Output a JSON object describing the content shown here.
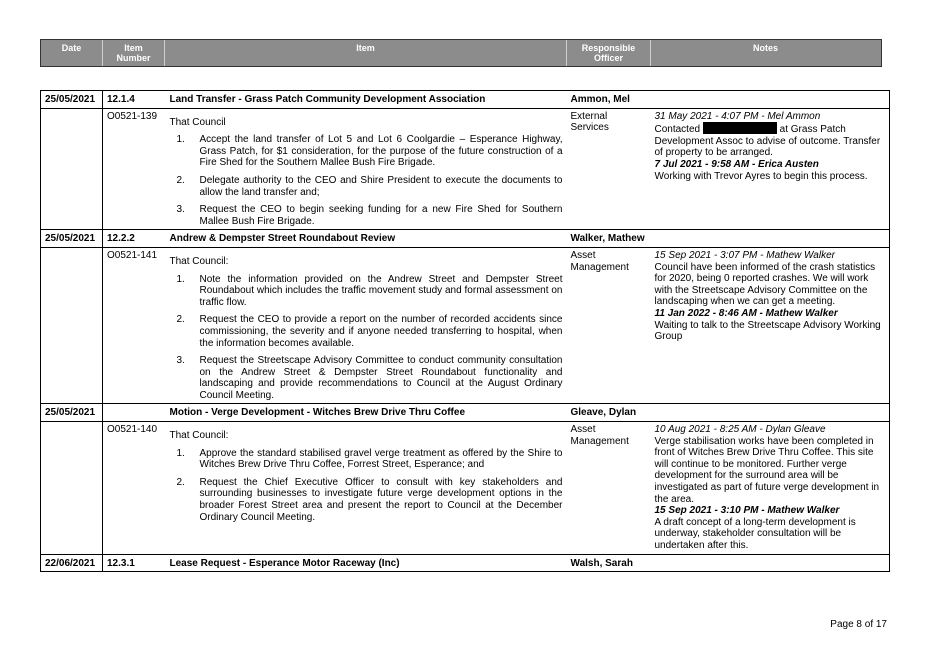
{
  "header": {
    "columns": [
      "Date",
      "Item\nNumber",
      "Item",
      "Responsible\nOfficer",
      "Notes"
    ]
  },
  "items": [
    {
      "date": "25/05/2021",
      "number": "12.1.4",
      "title": "Land Transfer - Grass Patch Community Development Association",
      "officer": "Ammon, Mel",
      "ref": "O0521-139",
      "department": "External Services",
      "resolution_heading": "That Council",
      "points": [
        "Accept the land transfer of Lot 5 and Lot 6 Coolgardie – Esperance Highway, Grass Patch, for $1 consideration, for the purpose of the future construction of a Fire Shed for the Southern Mallee Bush Fire Brigade.",
        "Delegate authority to the CEO and Shire President to execute the documents to allow the land transfer and;",
        "Request the CEO to begin seeking funding for a new Fire Shed for Southern Mallee Bush Fire Brigade."
      ],
      "notes": [
        {
          "head": "31 May 2021 - 4:07 PM - Mel Ammon",
          "bold": false,
          "text_before": "Contacted",
          "redacted": true,
          "text_after": "at Grass Patch Development Assoc to advise of outcome. Transfer of property to be arranged."
        },
        {
          "head": "7 Jul 2021 - 9:58 AM - Erica Austen",
          "bold": true,
          "text": "Working with Trevor Ayres to begin this process."
        }
      ]
    },
    {
      "date": "25/05/2021",
      "number": "12.2.2",
      "title": "Andrew & Dempster Street Roundabout Review",
      "officer": "Walker, Mathew",
      "ref": "O0521-141",
      "department": "Asset Management",
      "resolution_heading": "That Council:",
      "points": [
        "Note the information provided on the Andrew Street and Dempster Street Roundabout which includes the traffic movement study and formal assessment on traffic flow.",
        "Request the CEO to provide a report on the number of recorded accidents since commissioning, the severity and if anyone needed transferring to hospital, when the information becomes available.",
        "Request the Streetscape Advisory Committee to conduct community consultation on the Andrew Street & Dempster Street Roundabout functionality and landscaping and provide recommendations to Council at the August Ordinary Council Meeting."
      ],
      "notes": [
        {
          "head": "15 Sep 2021 - 3:07 PM - Mathew Walker",
          "bold": false,
          "text": "Council have been informed of the crash statistics for 2020, being 0 reported crashes. We will work with the Streetscape Advisory Committee on the landscaping when we can get a meeting."
        },
        {
          "head": "11 Jan 2022 - 8:46 AM - Mathew Walker",
          "bold": true,
          "text": "Waiting to talk to the Streetscape Advisory Working Group"
        }
      ]
    },
    {
      "date": "25/05/2021",
      "number": "",
      "title": "Motion - Verge Development - Witches Brew Drive Thru Coffee",
      "officer": "Gleave, Dylan",
      "ref": "O0521-140",
      "department": "Asset Management",
      "resolution_heading": "That Council:",
      "points": [
        "Approve the standard stabilised gravel verge treatment as offered by the Shire to Witches Brew Drive Thru Coffee, Forrest Street, Esperance; and",
        "Request the Chief Executive Officer to consult with key stakeholders and surrounding businesses to investigate future verge development options in the broader Forest Street area and present the report to Council at the December Ordinary Council Meeting."
      ],
      "notes": [
        {
          "head": "10 Aug 2021 - 8:25 AM - Dylan Gleave",
          "bold": false,
          "text": "Verge stabilisation works have been completed in front of Witches Brew Drive Thru Coffee. This site will continue to be monitored. Further verge development for the surround area will be investigated as part of future verge development in the area."
        },
        {
          "head": "15 Sep 2021 - 3:10 PM - Mathew Walker",
          "bold": true,
          "text": "A draft concept of a long-term development is underway, stakeholder consultation will be undertaken after this."
        }
      ]
    },
    {
      "date": "22/06/2021",
      "number": "12.3.1",
      "title": "Lease Request - Esperance Motor Raceway (Inc)",
      "officer": "Walsh, Sarah"
    }
  ],
  "footer": {
    "page": "Page 8 of 17"
  }
}
